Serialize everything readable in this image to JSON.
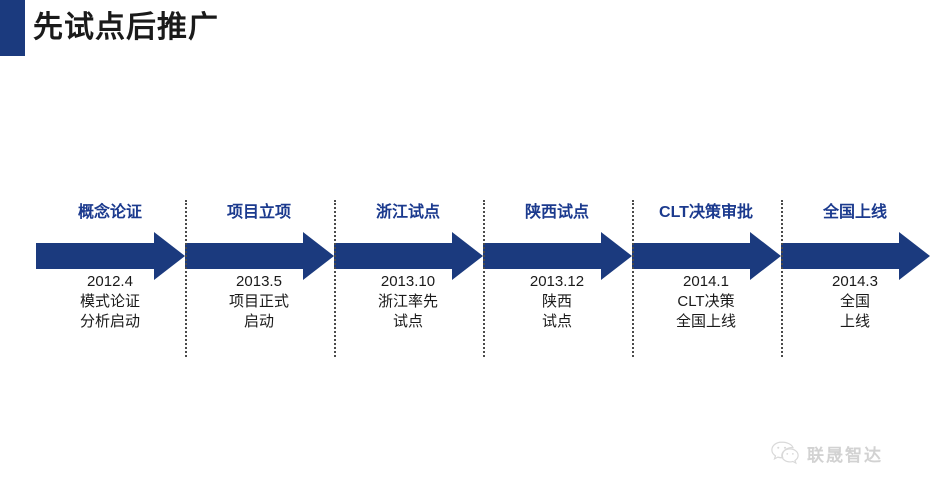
{
  "slide": {
    "title": "先试点后推广",
    "accent_color": "#1B3A7E",
    "arrow_color": "#1B3A7E",
    "header_color": "#1B3A8E",
    "body_color": "#1a1a1a",
    "divider_color": "#4a4a4a",
    "background": "#ffffff"
  },
  "timeline": {
    "stages": [
      {
        "header": "概念论证",
        "date": "2012.4",
        "detail": "模式论证\n分析启动",
        "body": "2012.4\n模式论证\n分析启动"
      },
      {
        "header": "项目立项",
        "date": "2013.5",
        "detail": "项目正式\n启动",
        "body": "2013.5\n项目正式\n启动"
      },
      {
        "header": "浙江试点",
        "date": "2013.10",
        "detail": "浙江率先\n试点",
        "body": "2013.10\n浙江率先\n试点"
      },
      {
        "header": "陕西试点",
        "date": "2013.12",
        "detail": "陕西\n试点",
        "body": "2013.12\n陕西\n试点"
      },
      {
        "header": "CLT决策审批",
        "date": "2014.1",
        "detail": "CLT决策\n全国上线",
        "body": "2014.1\nCLT决策\n全国上线"
      },
      {
        "header": "全国上线",
        "date": "2014.3",
        "detail": "全国\n上线",
        "body": "2014.3\n全国\n上线"
      }
    ]
  },
  "footer": {
    "brand": "联晟智达",
    "icon": "wechat-icon",
    "color": "#d2d2d2"
  }
}
